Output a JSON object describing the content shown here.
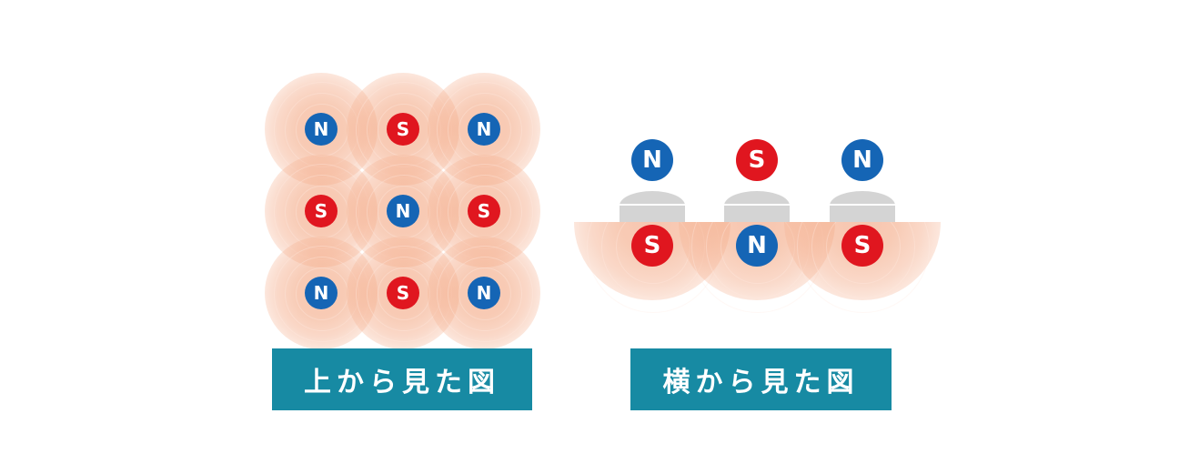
{
  "colors": {
    "north": "#1565b5",
    "south": "#e0161f",
    "field_glow": "#f4c6ad",
    "label_bg": "#178aa3",
    "magnet_gray": "#d4d4d4"
  },
  "top_view": {
    "label": "上から見た図",
    "grid": [
      [
        "N",
        "S",
        "N"
      ],
      [
        "S",
        "N",
        "S"
      ],
      [
        "N",
        "S",
        "N"
      ]
    ]
  },
  "side_view": {
    "label": "横から見た図",
    "magnets": [
      {
        "top": "N",
        "bottom": "S"
      },
      {
        "top": "S",
        "bottom": "N"
      },
      {
        "top": "N",
        "bottom": "S"
      }
    ]
  }
}
